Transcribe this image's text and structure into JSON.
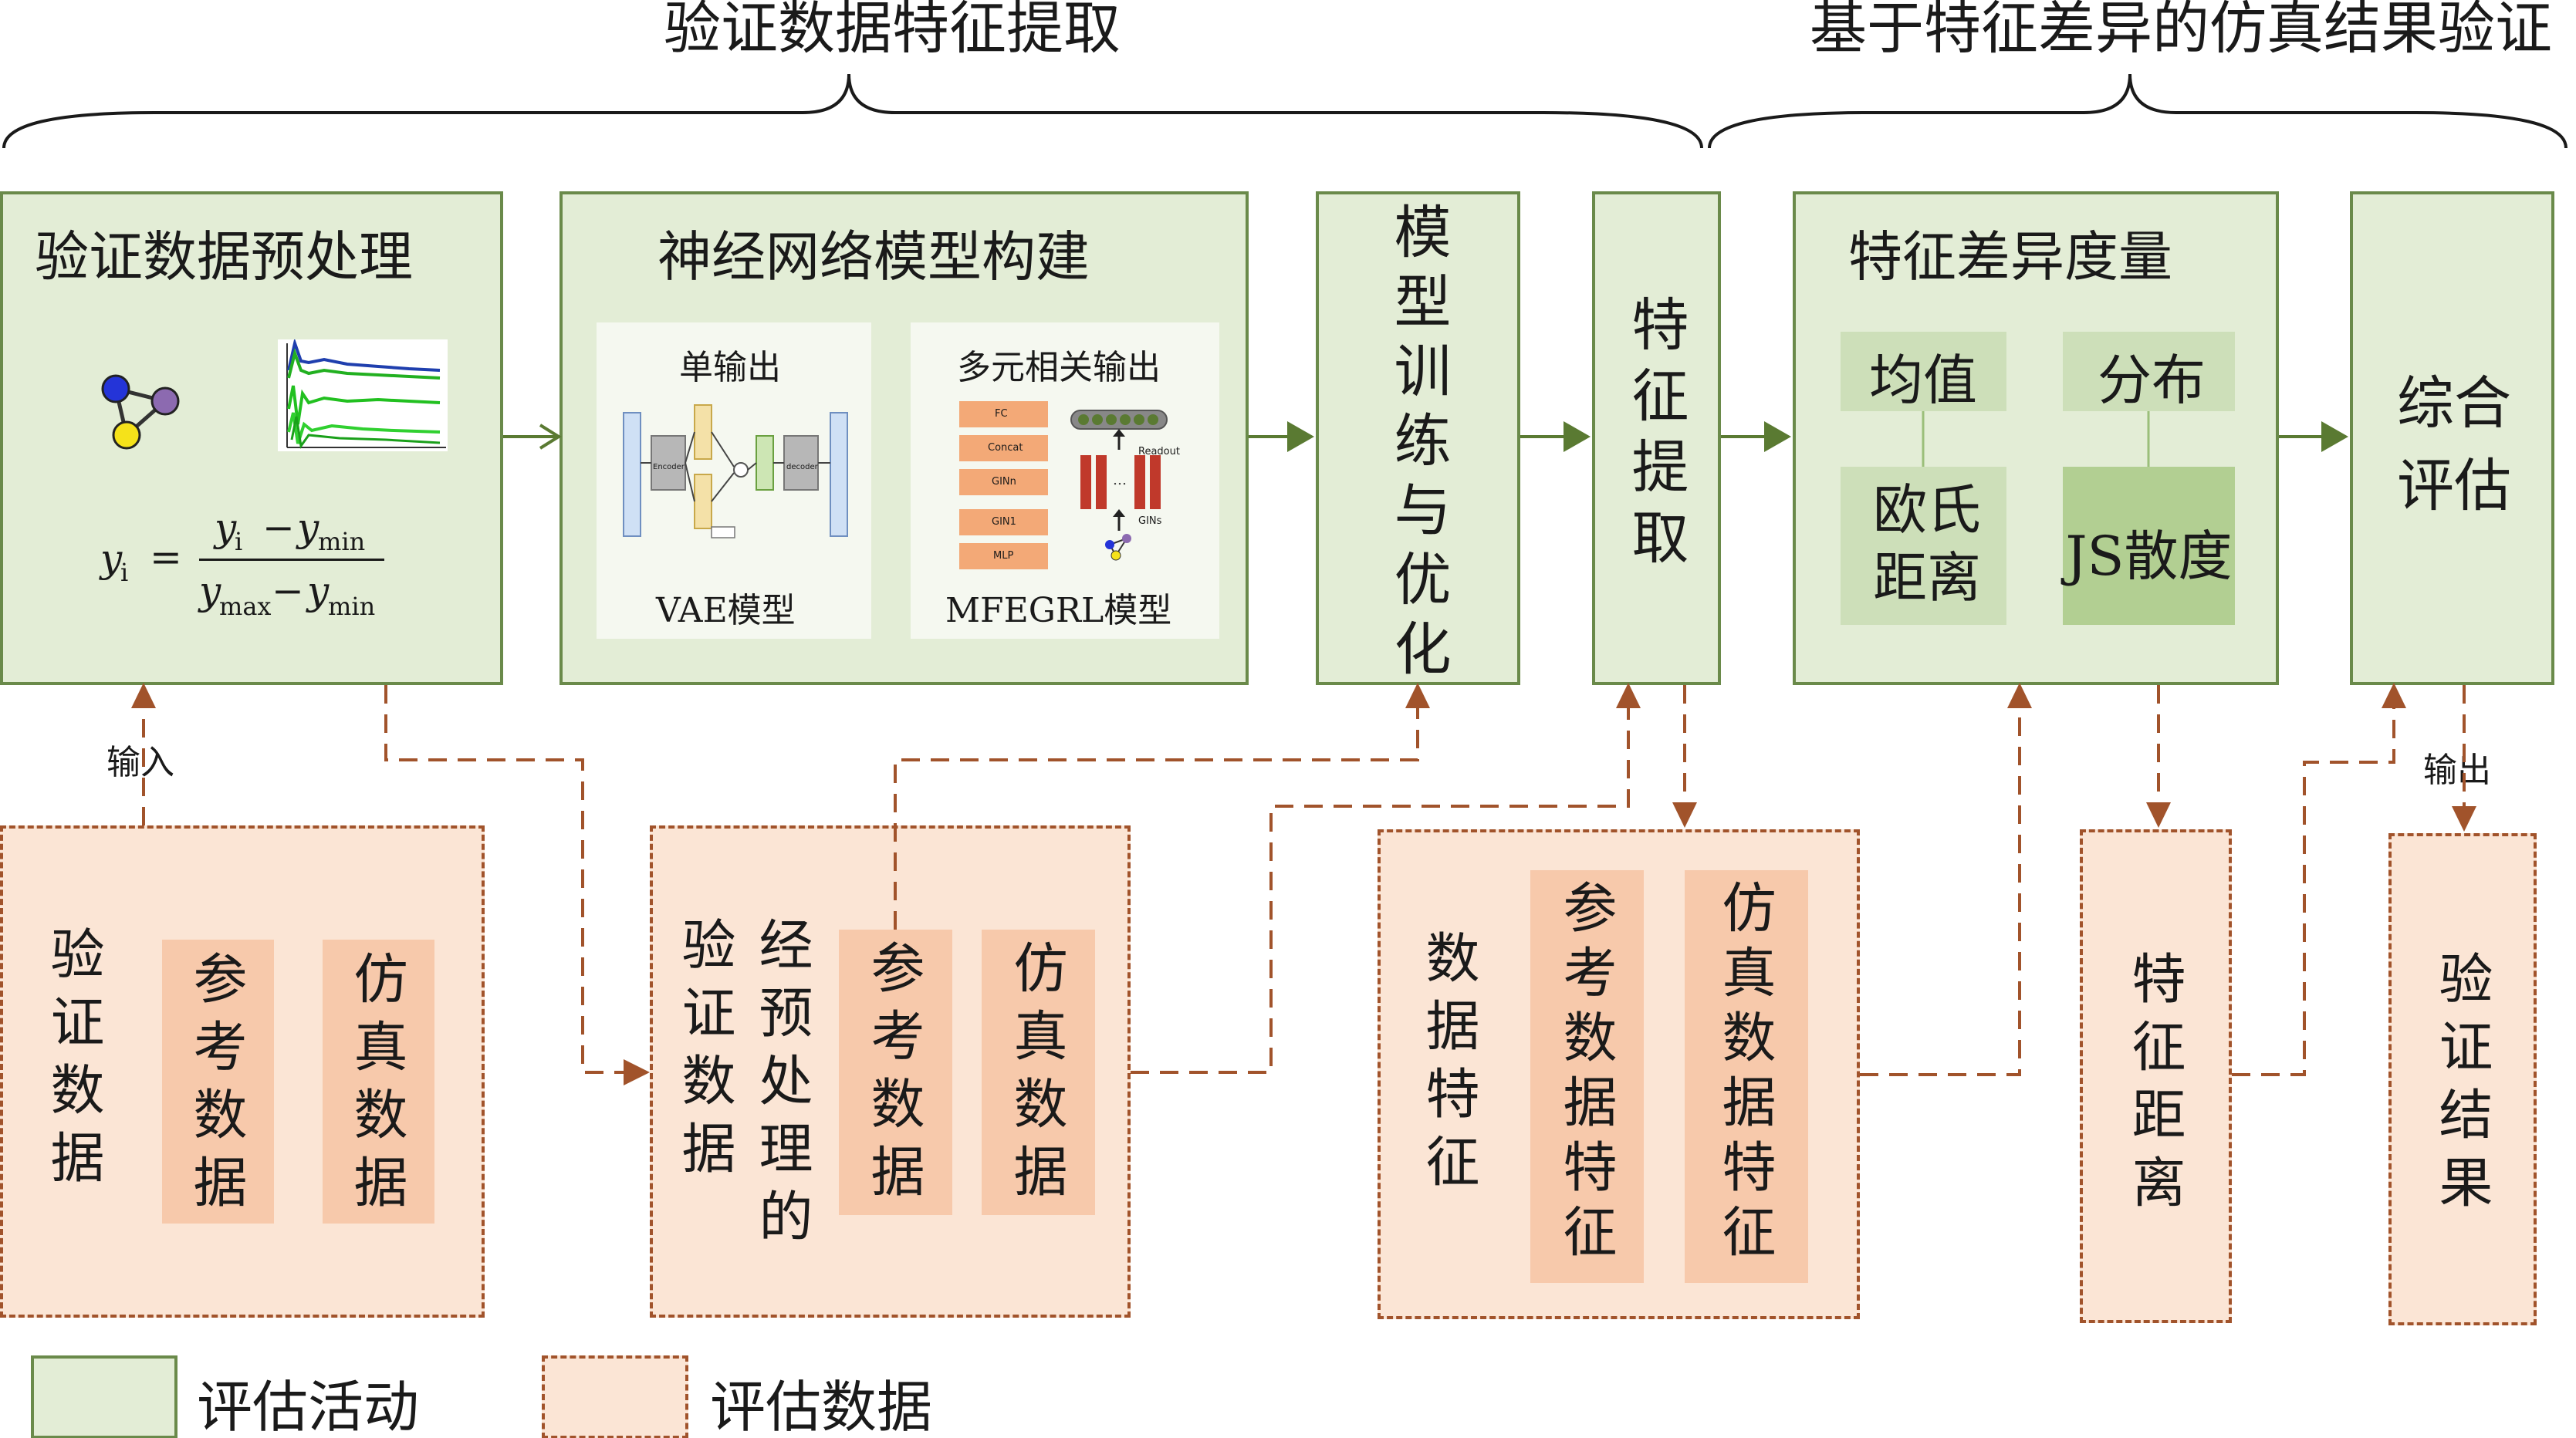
{
  "header": {
    "left_title": "验证数据特征提取",
    "right_title": "基于特征差异的仿真结果验证"
  },
  "activities": {
    "preprocess": {
      "title": "验证数据预处理",
      "formula": {
        "lhs": "y",
        "lhs_sub": "i",
        "num_a": "y",
        "num_a_sub": "i",
        "num_b": "y",
        "num_b_sub": "min",
        "den_a": "y",
        "den_a_sub": "max",
        "den_b": "y",
        "den_b_sub": "min",
        "minus": "−",
        "eq": "="
      }
    },
    "nn_build": {
      "title": "神经网络模型构建",
      "left_panel": {
        "heading": "单输出",
        "caption": "VAE模型",
        "encoder": "Encoder",
        "decoder": "decoder"
      },
      "right_panel": {
        "heading": "多元相关输出",
        "caption": "MFEGRL模型",
        "stack": [
          "FC",
          "Concat",
          "GINn",
          "GIN1",
          "MLP"
        ],
        "readout": "Readout",
        "gins": "GINs"
      }
    },
    "train": {
      "title": "模型训练与优化"
    },
    "extract": {
      "title": "特征提取"
    },
    "measure": {
      "title": "特征差异度量",
      "chips": [
        "均值",
        "分布",
        "欧氏距离",
        "JS散度"
      ]
    },
    "evaluate": {
      "title": "综合评估"
    }
  },
  "data_boxes": {
    "validation": {
      "title": "验证数据",
      "items": [
        "参考数据",
        "仿真数据"
      ]
    },
    "preprocessed": {
      "title_col1": "验证数据",
      "title_col2": "经预处理的",
      "items": [
        "参考数据",
        "仿真数据"
      ]
    },
    "features": {
      "title": "数据特征",
      "items": [
        "参考数据特征",
        "仿真数据特征"
      ]
    },
    "distance": {
      "title": "特征距离"
    },
    "result": {
      "title": "验证结果"
    }
  },
  "edge_labels": {
    "input": "输入",
    "output": "输出"
  },
  "legend": {
    "activity": "评估活动",
    "data": "评估数据"
  },
  "colors": {
    "activity_fill": "#e3edd6",
    "activity_border": "#6a8a4a",
    "data_fill": "#fbe5d5",
    "data_border": "#a1532b",
    "arrow_green": "#5a7a32",
    "arrow_brown": "#a1532b"
  }
}
